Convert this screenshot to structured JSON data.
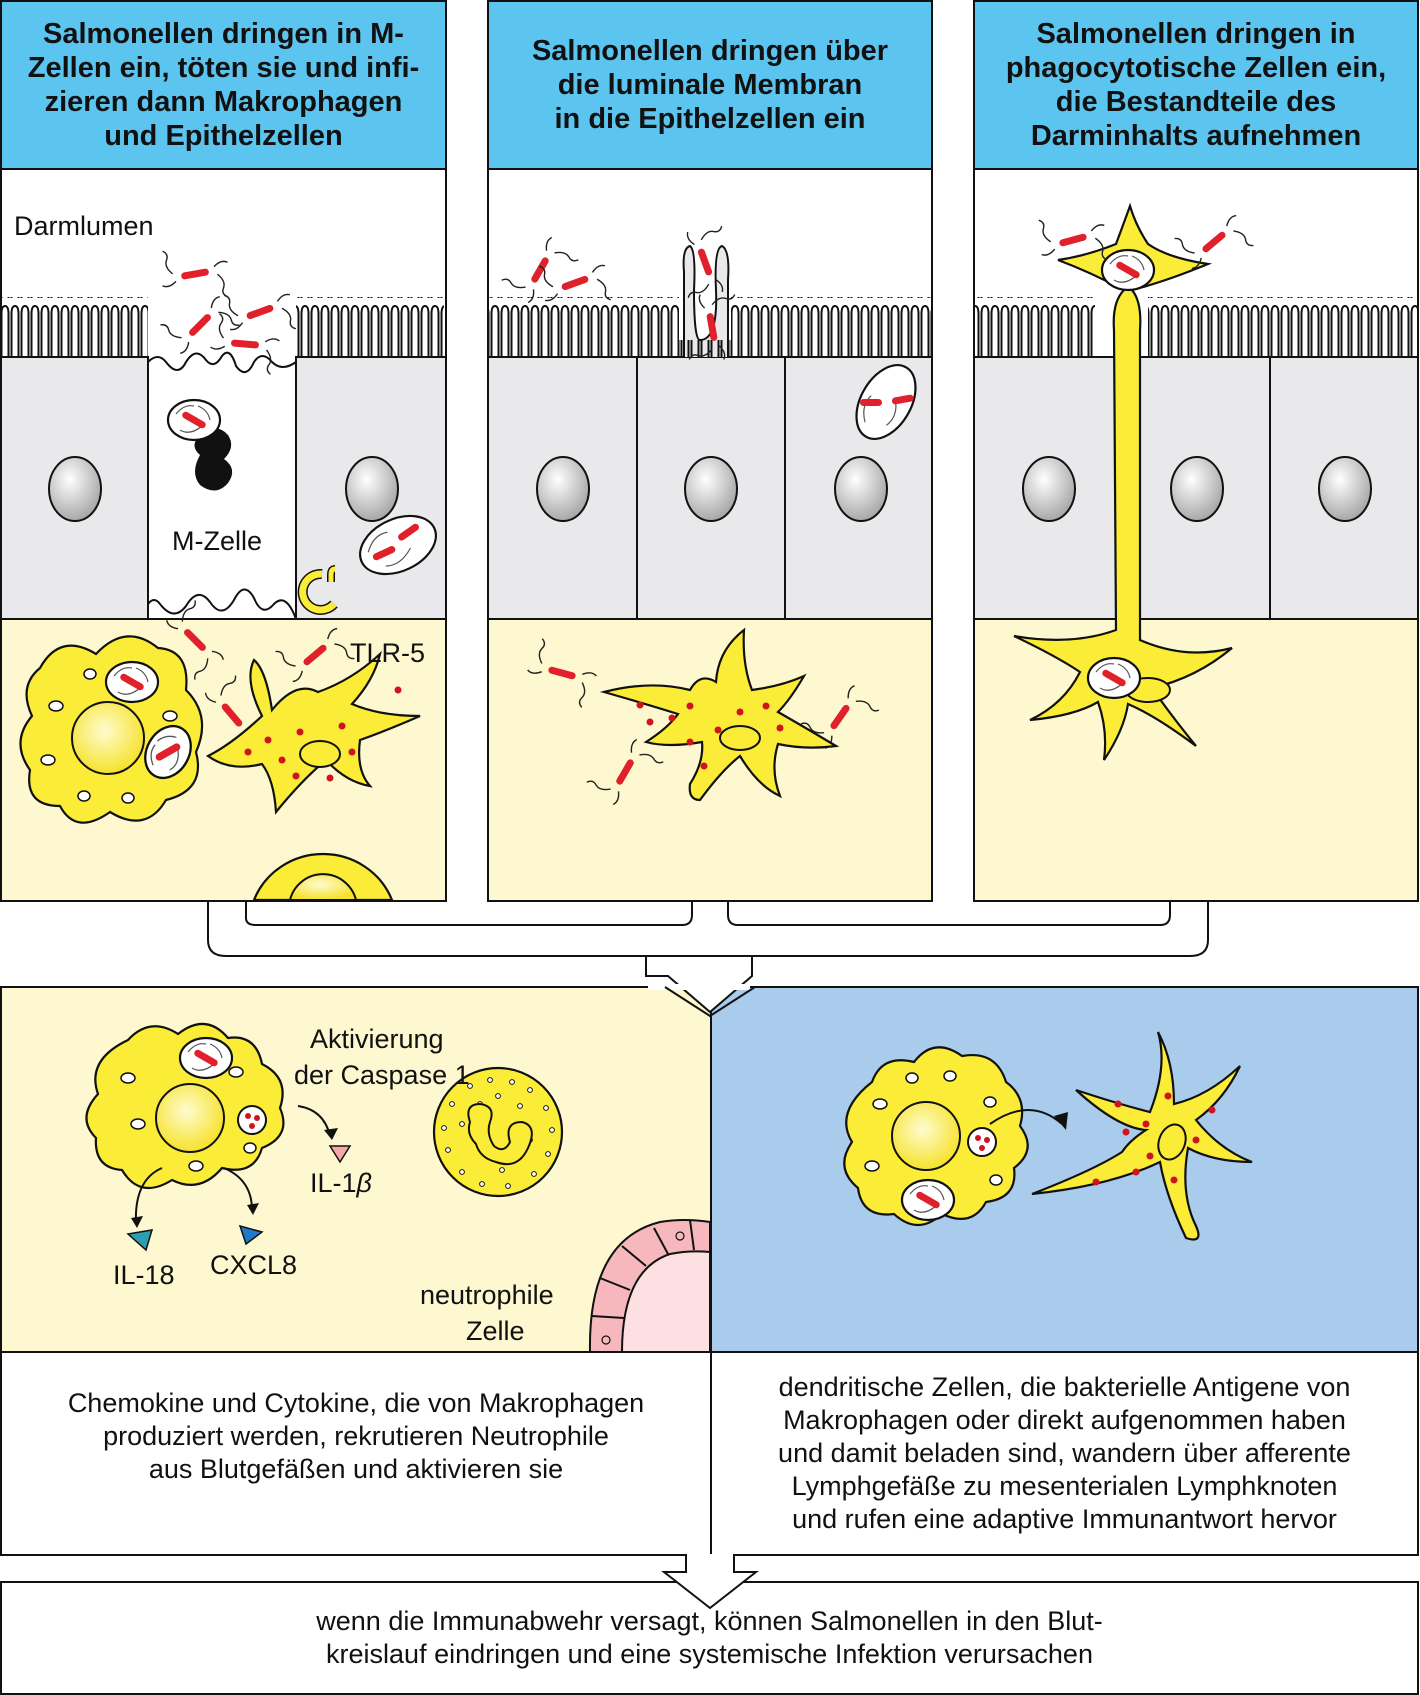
{
  "panels": [
    {
      "header": [
        "Salmonellen dringen in M-",
        "Zellen ein, töten sie und infi-",
        "zieren dann Makrophagen",
        "und Epithelzellen"
      ]
    },
    {
      "header": [
        "Salmonellen dringen über",
        "die luminale Membran",
        "in die Epithelzellen ein"
      ]
    },
    {
      "header": [
        "Salmonellen dringen in",
        "phagocytotische Zellen ein,",
        "die Bestandteile des",
        "Darminhalts aufnehmen"
      ]
    }
  ],
  "labels": {
    "lumen": "Darmlumen",
    "m_cell": "M-Zelle",
    "tlr5": "TLR-5",
    "caspase_1": "Aktivierung",
    "caspase_2": "der Caspase 1",
    "il1b": "IL-1",
    "il1b_greek": "β",
    "il18": "IL-18",
    "cxcl8": "CXCL8",
    "neutro_1": "neutrophile",
    "neutro_2": "Zelle"
  },
  "descriptions": {
    "left": [
      "Chemokine und Cytokine, die von Makrophagen",
      "produziert werden, rekrutieren Neutrophile",
      "aus Blutgefäßen und aktivieren sie"
    ],
    "right": [
      "dendritische Zellen, die bakterielle Antigene von",
      "Makrophagen oder direkt aufgenommen haben",
      "und damit beladen sind, wandern über afferente",
      "Lymphgefäße zu mesenterialen Lymphknoten",
      "und rufen eine adaptive Immunantwort hervor"
    ]
  },
  "conclusion": [
    "wenn die Immunabwehr versagt, können Salmonellen in den Blut-",
    "kreislauf eindringen und eine systemische Infektion verursachen"
  ],
  "colors": {
    "header_blue": "#5bc5f0",
    "lamina_yellow": "#fdf8cf",
    "cell_yellow": "#fbec38",
    "dc_blue": "#a9cbec",
    "epithel_gray": "#e9e9eb",
    "bacterium_red": "#e0202a",
    "vessel_pink": "#f6b8bd"
  }
}
